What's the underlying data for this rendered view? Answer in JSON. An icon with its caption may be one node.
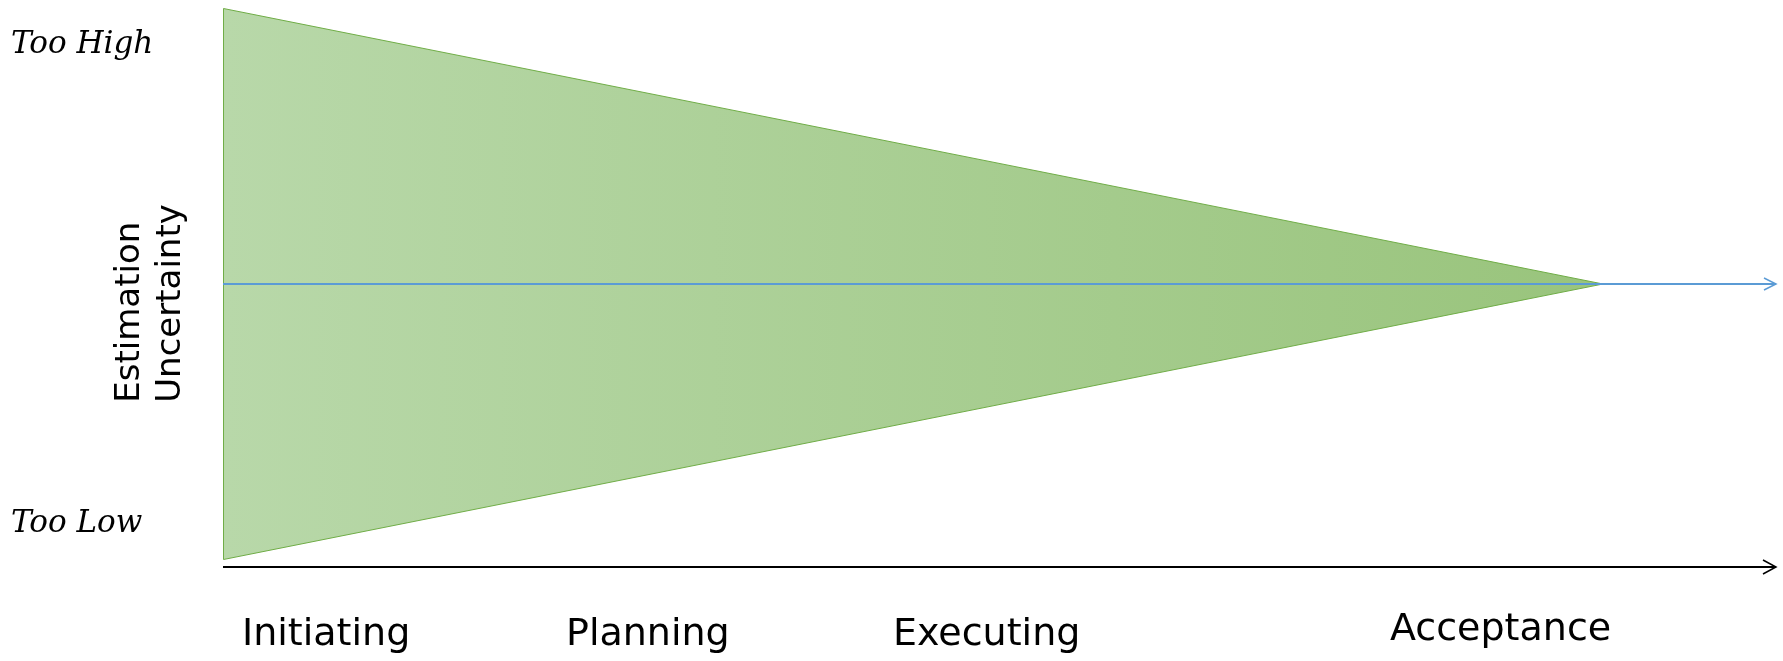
{
  "diagram": {
    "labels": [
      "Too High",
      "Estimation Uncertainty",
      "Too Low",
      "Initiating",
      "Planning",
      "Executing",
      "Acceptance"
    ]
  }
}
